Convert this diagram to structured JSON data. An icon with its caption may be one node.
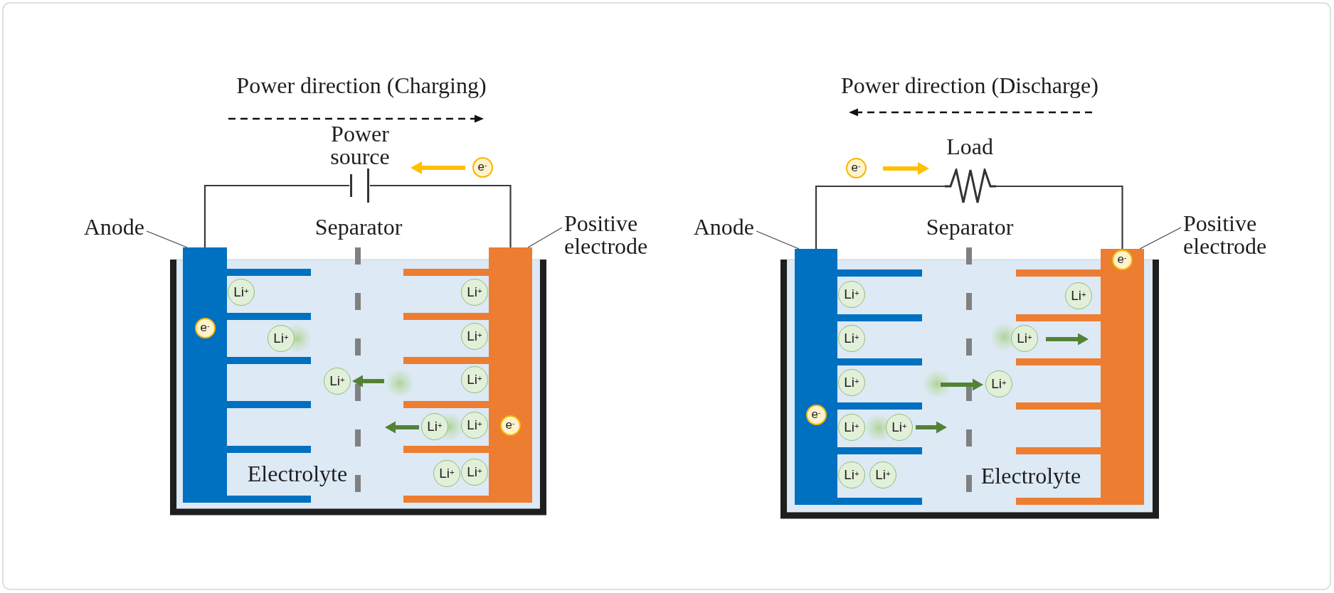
{
  "diagram": {
    "nodes": [
      {
        "text": [],
        "shape": "battery",
        "beside": [
          "Power source"
        ]
      },
      {
        "text": [
          "e$^{-}$"
        ]
      },
      {
        "text": [
          "Anode"
        ]
      },
      {
        "text": [],
        "shape": "bar"
      },
      {
        "text": [
          "Positive electrode"
        ]
      },
      {
        "text": [],
        "shape": "bar"
      },
      {
        "text": [
          "Li$^{+}$"
        ]
      },
      {
        "text": [
          "Li$^{+}$"
        ]
      },
      {
        "text": [
          "e$^{-}$"
        ],
        "in": 3
      },
      {
        "text": [
          "Li$^{+}$"
        ]
      },
      {
        "text": [
          "Li$^{+}$"
        ]
      },
      {
        "text": [
          "Li$^{+}$"
        ]
      },
      {
        "text": [
          "Li$^{+}$"
        ]
      },
      {
        "text": [
          "Li$^{+}$"
        ]
      },
      {
        "text": [
          "Li$^{+}$"
        ]
      },
      {
        "text": [
          "e$^{-}$"
        ],
        "in": 5
      },
      {
        "text": [
          "Li$^{+}$"
        ]
      },
      {
        "text": [
          "Li$^{+}$"
        ]
      },
      {
        "text": [
          "e$^{-}$"
        ]
      },
      {
        "text": [],
        "shape": "resistor",
        "beside": [
          "Load"
        ]
      },
      {
        "text": [
          "Anode"
        ]
      },
      {
        "text": [],
        "shape": "bar"
      },
      {
        "text": [
          "Positive electrode"
        ]
      },
      {
        "text": [],
        "shape": "bar"
      },
      {
        "text": [
          "e$^{-}$"
        ],
        "in": 23
      },
      {
        "text": [
          "Li$^{+}$"
        ]
      },
      {
        "text": [
          "Li$^{+}$"
        ]
      },
      {
        "text": [
          "Li$^{+}$"
        ]
      },
      {
        "text": [
          "Li$^{+}$"
        ]
      },
      {
        "text": [
          "Li$^{+}$"
        ]
      },
      {
        "text": [
          "Li$^{+}$"
        ]
      },
      {
        "text": [
          "e$^{-}$"
        ],
        "in": 21
      },
      {
        "text": [
          "Li$^{+}$"
        ]
      },
      {
        "text": [
          "Li$^{+}$"
        ]
      },
      {
        "text": [
          "Li$^{+}$"
        ]
      },
      {
        "text": [
          "Li$^{+}$"
        ]
      }
    ],
    "edges": [
      {
        "from": 2,
        "to": 3,
        "arrow": "none"
      },
      {
        "from": 4,
        "to": 5,
        "arrow": "none"
      },
      {
        "from": 3,
        "to": 0,
        "arrow": "none"
      },
      {
        "from": 0,
        "to": 5,
        "arrow": "none"
      },
      {
        "from": 20,
        "to": 21,
        "arrow": "none"
      },
      {
        "from": 22,
        "to": 23,
        "arrow": "none"
      },
      {
        "from": 21,
        "to": 19,
        "arrow": "none"
      },
      {
        "from": 19,
        "to": 23,
        "arrow": "none"
      }
    ],
    "labels": [
      "Power direction (Charging)",
      "Power direction (Discharge)",
      "Separator",
      "Separator",
      "Electrolyte",
      "Electrolyte"
    ]
  }
}
